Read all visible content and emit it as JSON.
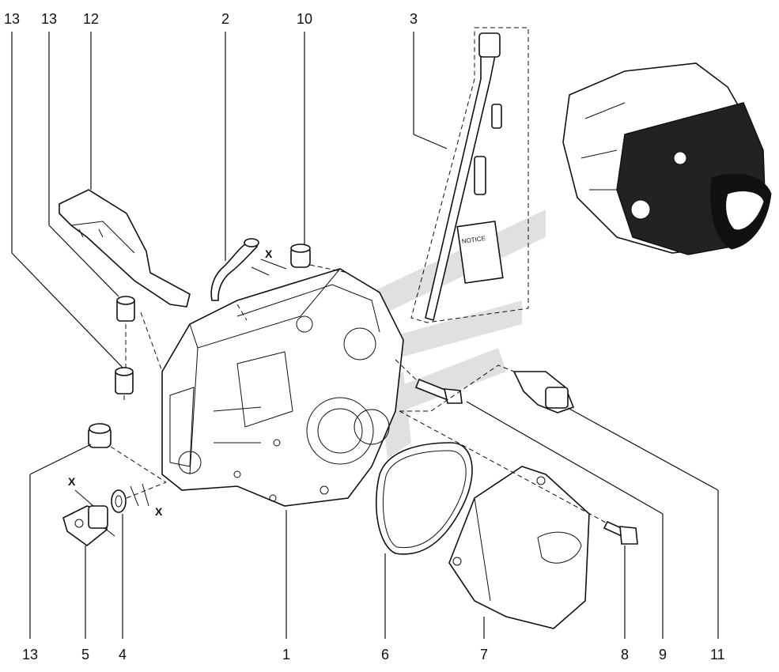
{
  "diagram": {
    "callouts": [
      {
        "id": "top-13a",
        "text": "13"
      },
      {
        "id": "top-13b",
        "text": "13"
      },
      {
        "id": "top-12",
        "text": "12"
      },
      {
        "id": "top-2",
        "text": "2"
      },
      {
        "id": "top-10",
        "text": "10"
      },
      {
        "id": "top-3",
        "text": "3"
      },
      {
        "id": "bot-13",
        "text": "13"
      },
      {
        "id": "bot-5",
        "text": "5"
      },
      {
        "id": "bot-4",
        "text": "4"
      },
      {
        "id": "bot-1",
        "text": "1"
      },
      {
        "id": "bot-6",
        "text": "6"
      },
      {
        "id": "bot-7",
        "text": "7"
      },
      {
        "id": "bot-8",
        "text": "8"
      },
      {
        "id": "bot-9",
        "text": "9"
      },
      {
        "id": "bot-11",
        "text": "11"
      }
    ],
    "marks": {
      "x_top": "X",
      "x_left": "X",
      "x_right": "X"
    },
    "notice_text": "NOTICE",
    "colors": {
      "line": "#111111",
      "watermark": "#c8c8c8",
      "shading": "#222222"
    }
  }
}
